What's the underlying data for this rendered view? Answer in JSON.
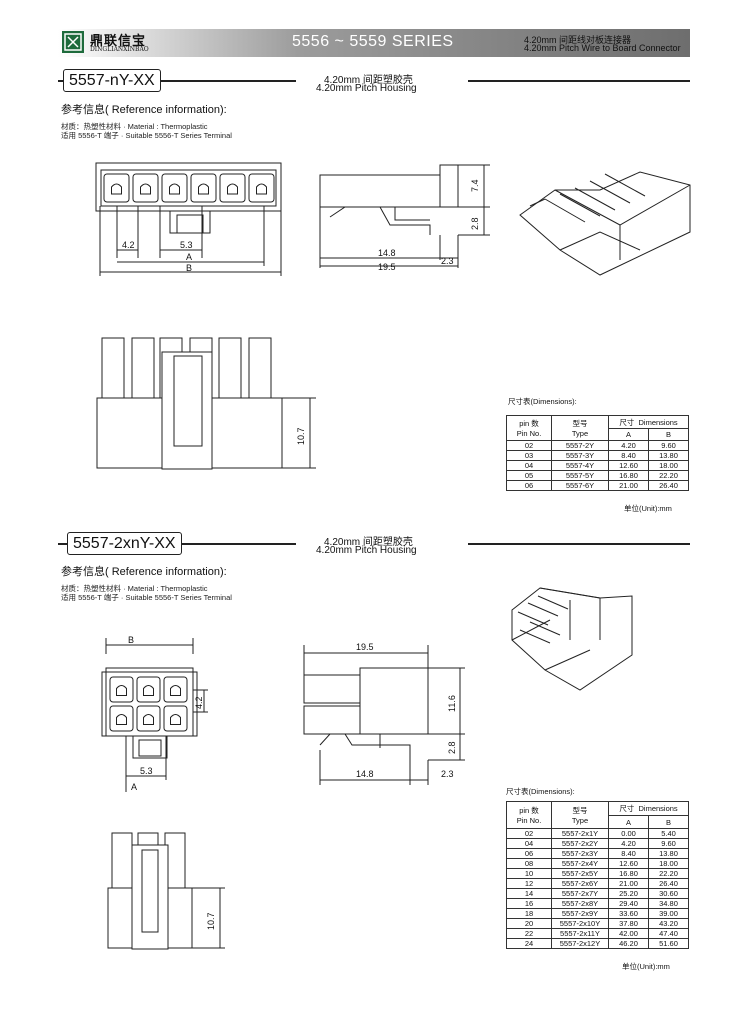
{
  "header": {
    "company_cn": "鼎联信宝",
    "company_en": "DINGLIANXINBAO",
    "series": "5556 ~ 5559 SERIES",
    "desc_cn": "4.20mm 间距线对板连接器",
    "desc_en": "4.20mm Pitch Wire to Board Connector"
  },
  "section1": {
    "part": "5557-nY-XX",
    "pitch_cn": "4.20mm 间距塑胶壳",
    "pitch_en": "4.20mm Pitch Housing",
    "ref_title": "参考信息( Reference information):",
    "material": "材质：热塑性材料  ·  Material : Thermoplastic",
    "terminal": "适用 5556-T 端子    ·  Suitable 5556-T Series Terminal",
    "drawing_labels": {
      "a": "4.2",
      "b": "5.3",
      "c": "A",
      "d": "B",
      "e": "7.4",
      "f": "2.8",
      "g": "14.8",
      "h": "19.5",
      "i": "2.3",
      "j": "10.7"
    },
    "dim_caption": "尺寸表(Dimensions):",
    "table_headers": {
      "pin": "pin 数",
      "pin_en": "Pin No.",
      "type_cn": "型号",
      "type_en": "Type",
      "dims_cn": "尺寸",
      "dims_en": "Dimensions",
      "a": "A",
      "b": "B"
    },
    "rows": [
      [
        "02",
        "5557-2Y",
        "4.20",
        "9.60"
      ],
      [
        "03",
        "5557-3Y",
        "8.40",
        "13.80"
      ],
      [
        "04",
        "5557-4Y",
        "12.60",
        "18.00"
      ],
      [
        "05",
        "5557-5Y",
        "16.80",
        "22.20"
      ],
      [
        "06",
        "5557-6Y",
        "21.00",
        "26.40"
      ]
    ],
    "unit": "单位(Unit):mm"
  },
  "section2": {
    "part": "5557-2xnY-XX",
    "pitch_cn": "4.20mm 间距塑胶壳",
    "pitch_en": "4.20mm Pitch Housing",
    "ref_title": "参考信息( Reference information):",
    "material": "材质：热塑性材料  ·  Material : Thermoplastic",
    "terminal": "适用 5556-T 端子    ·  Suitable 5556-T Series Terminal",
    "drawing_labels": {
      "a": "B",
      "b": "4.2",
      "c": "5.3",
      "d": "A",
      "e": "19.5",
      "f": "11.6",
      "g": "2.8",
      "h": "14.8",
      "i": "2.3",
      "j": "10.7"
    },
    "dim_caption": "尺寸表(Dimensions):",
    "table_headers": {
      "pin": "pin 数",
      "pin_en": "Pin No.",
      "type_cn": "型号",
      "type_en": "Type",
      "dims_cn": "尺寸",
      "dims_en": "Dimensions",
      "a": "A",
      "b": "B"
    },
    "rows": [
      [
        "02",
        "5557-2x1Y",
        "0.00",
        "5.40"
      ],
      [
        "04",
        "5557-2x2Y",
        "4.20",
        "9.60"
      ],
      [
        "06",
        "5557-2x3Y",
        "8.40",
        "13.80"
      ],
      [
        "08",
        "5557-2x4Y",
        "12.60",
        "18.00"
      ],
      [
        "10",
        "5557-2x5Y",
        "16.80",
        "22.20"
      ],
      [
        "12",
        "5557-2x6Y",
        "21.00",
        "26.40"
      ],
      [
        "14",
        "5557-2x7Y",
        "25.20",
        "30.60"
      ],
      [
        "16",
        "5557-2x8Y",
        "29.40",
        "34.80"
      ],
      [
        "18",
        "5557-2x9Y",
        "33.60",
        "39.00"
      ],
      [
        "20",
        "5557-2x10Y",
        "37.80",
        "43.20"
      ],
      [
        "22",
        "5557-2x11Y",
        "42.00",
        "47.40"
      ],
      [
        "24",
        "5557-2x12Y",
        "46.20",
        "51.60"
      ]
    ],
    "unit": "单位(Unit):mm"
  }
}
